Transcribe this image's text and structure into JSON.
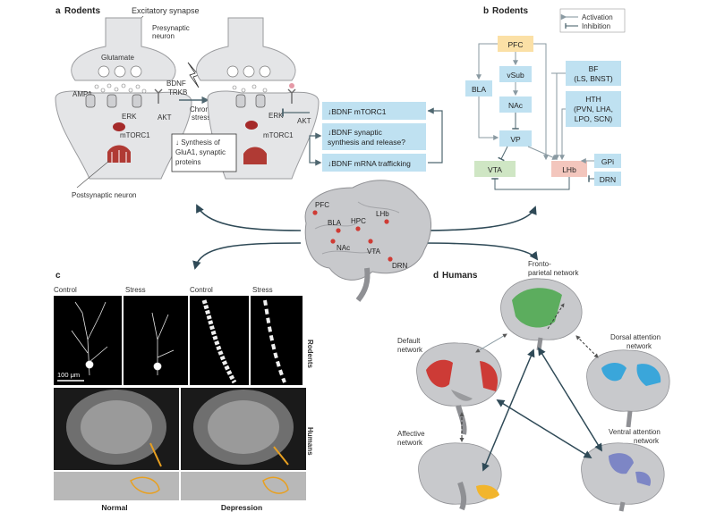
{
  "panels": {
    "a": {
      "letter": "a",
      "title": "Rodents",
      "excitatory_synapse": "Excitatory synapse",
      "presynaptic_neuron": [
        "Presynaptic",
        "neuron"
      ],
      "glutamate": "Glutamate",
      "ampa": "AMPA",
      "bdnf": "BDNF",
      "trkb": "TRKB",
      "erk": "ERK",
      "akt": "AKT",
      "mtorc1": "mTORC1",
      "postsynaptic_neuron": "Postsynaptic neuron",
      "chronic_stress": [
        "Chronic",
        "stress"
      ],
      "synthesis_box": [
        "↓ Synthesis of",
        "GluA1, synaptic",
        "proteins"
      ],
      "bdnf_mtorc1": "↓BDNF mTORC1",
      "bdnf_synaptic": [
        "↓BDNF synaptic",
        "synthesis and release?"
      ],
      "bdnf_mrna": "↓BDNF mRNA trafficking"
    },
    "b": {
      "letter": "b",
      "title": "Rodents",
      "legend_activation": "Activation",
      "legend_inhibition": "Inhibition",
      "nodes": {
        "pfc": "PFC",
        "vsub": "vSub",
        "bla": "BLA",
        "nac": "NAc",
        "vp": "VP",
        "vta": "VTA",
        "lhb": "LHb",
        "gpi": "GPi",
        "drn": "DRN",
        "bf": [
          "BF",
          "(LS, BNST)"
        ],
        "hth": [
          "HTH",
          "(PVN, LHA,",
          "LPO, SCN)"
        ]
      }
    },
    "brain": {
      "regions": [
        "PFC",
        "BLA",
        "HPC",
        "LHb",
        "NAc",
        "VTA",
        "DRN"
      ]
    },
    "c": {
      "letter": "c",
      "control_1": "Control",
      "stress_1": "Stress",
      "control_2": "Control",
      "stress_2": "Stress",
      "rodents": "Rodents",
      "humans": "Humans",
      "scale": "100 μm",
      "normal": "Normal",
      "depression": "Depression"
    },
    "d": {
      "letter": "d",
      "title": "Humans",
      "frontoparietal": [
        "Fronto-",
        "parietal network"
      ],
      "default": [
        "Default",
        "network"
      ],
      "dorsal": [
        "Dorsal attention",
        "network"
      ],
      "affective": [
        "Affective",
        "network"
      ],
      "ventral": [
        "Ventral attention",
        "network"
      ]
    }
  },
  "colors": {
    "box_blue": "#bfe1f1",
    "pfc_orange": "#fbe0a6",
    "vta_green": "#cfe6c4",
    "lhb_red": "#f3c6bd",
    "arrow_gray": "#4f6770",
    "brain_gray": "#c8c9cc",
    "dot_red": "#cf3b34",
    "network_green": "#5cad5e",
    "network_red": "#cd3b36",
    "network_blue": "#3aa6da",
    "network_yellow": "#f2b52c",
    "network_purple": "#7d86c5"
  }
}
